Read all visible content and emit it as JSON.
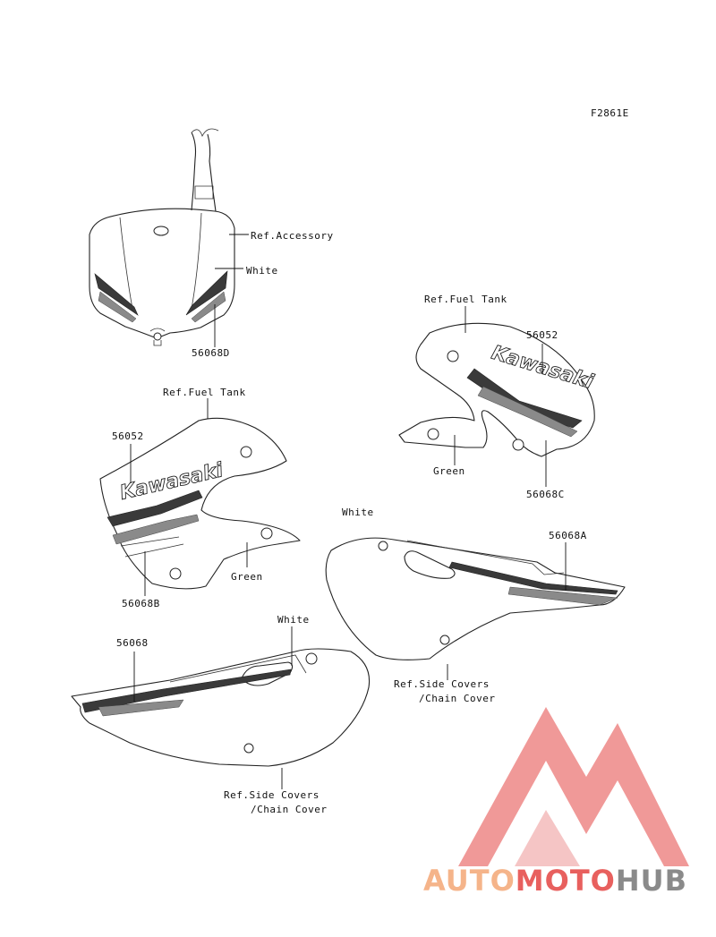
{
  "figure_code": "F2861E",
  "labels": {
    "ref_accessory": "Ref.Accessory",
    "white_front": "White",
    "part_56068D": "56068D",
    "ref_fuel_tank_right": "Ref.Fuel Tank",
    "part_56052_right": "56052",
    "green_right": "Green",
    "part_56068C": "56068C",
    "ref_fuel_tank_left": "Ref.Fuel Tank",
    "part_56052_left": "56052",
    "green_left": "Green",
    "part_56068B": "56068B",
    "white_right_cover": "White",
    "part_56068A": "56068A",
    "ref_side_covers_right_1": "Ref.Side Covers",
    "ref_side_covers_right_2": "/Chain Cover",
    "white_left_cover": "White",
    "part_56068": "56068",
    "ref_side_covers_left_1": "Ref.Side Covers",
    "ref_side_covers_left_2": "/Chain Cover"
  },
  "decal_text": {
    "brand_right": "Kawasaki",
    "brand_left": "Kawasaki"
  },
  "watermark": {
    "part1": "AUTO",
    "part2": "MOTO",
    "part3": "HUB",
    "color_light": "#f5b48a",
    "color_red": "#e8605e",
    "color_gray": "#8a8a8a"
  }
}
